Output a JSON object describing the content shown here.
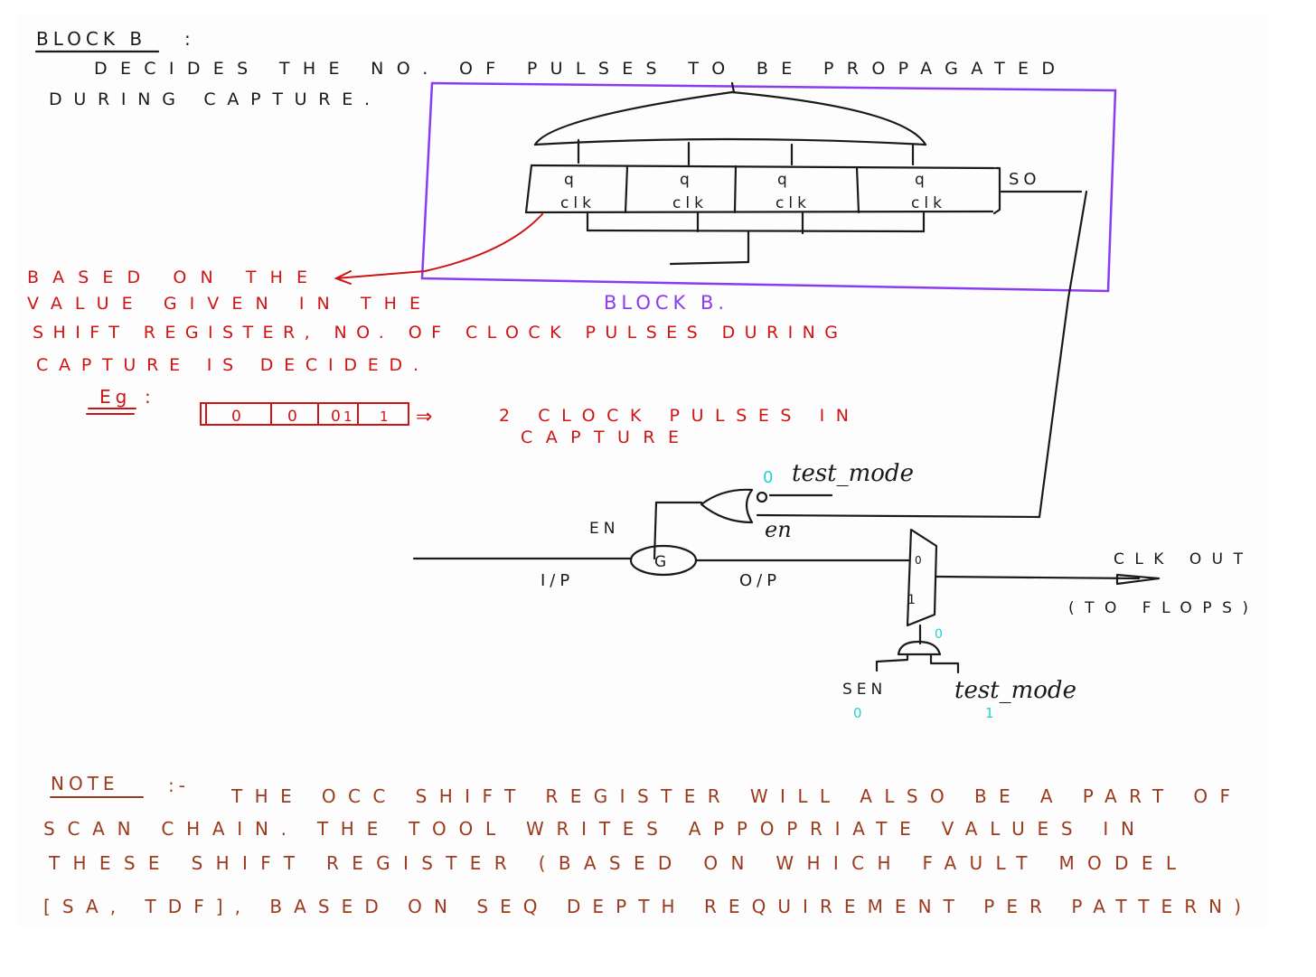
{
  "header": {
    "title": "BLOCK B",
    "title_colon": ":",
    "desc_line1": "DECIDES THE NO. OF PULSES TO BE PROPAGATED",
    "desc_line2": "DURING CAPTURE."
  },
  "block_b": {
    "label": "BLOCK B.",
    "so_label": "SO",
    "cells": [
      {
        "q": "q",
        "clk": "clk"
      },
      {
        "q": "q",
        "clk": "clk"
      },
      {
        "q": "q",
        "clk": "clk"
      },
      {
        "q": "q",
        "clk": "clk"
      }
    ]
  },
  "explanation": {
    "line1": "BASED ON THE",
    "line2": "VALUE GIVEN IN THE",
    "line3": "SHIFT REGISTER, NO. OF CLOCK PULSES DURING",
    "line4": "CAPTURE IS DECIDED.",
    "eg_label": "Eg",
    "eg_colon": ":",
    "eg_bits": [
      "0",
      "0",
      "0",
      "1",
      "1"
    ],
    "eg_arrow": "⇒",
    "eg_result_line1": "2 CLOCK PULSES IN",
    "eg_result_line2": "CAPTURE"
  },
  "circuit": {
    "test_mode_top": "test_mode",
    "test_mode_top_value": "0",
    "en_label": "en",
    "en_upper_label": "EN",
    "gate_label": "G",
    "input_label": "I/P",
    "output_label": "O/P",
    "mux_in0": "0",
    "mux_in1": "1",
    "clkout_label": "CLK OUT",
    "clkout_note": "(TO FLOPS)",
    "and_out_value": "0",
    "sen_label": "SEN",
    "sen_value": "0",
    "test_mode_bottom": "test_mode",
    "test_mode_bottom_value": "1"
  },
  "note": {
    "label": "NOTE",
    "sep": ":-",
    "line1": "THE OCC SHIFT REGISTER WILL ALSO BE A PART OF",
    "line2": "SCAN CHAIN. THE TOOL WRITES APPOPRIATE VALUES IN",
    "line3": "THESE SHIFT REGISTER (BASED ON WHICH FAULT MODEL",
    "line4": "[SA, TDF], BASED ON SEQ DEPTH REQUIREMENT PER PATTERN)"
  },
  "colors": {
    "ink": "#1a1a1a",
    "red": "#d01414",
    "brown": "#9c3a1e",
    "purple": "#8a3cf0",
    "cyan": "#22d3c8"
  }
}
